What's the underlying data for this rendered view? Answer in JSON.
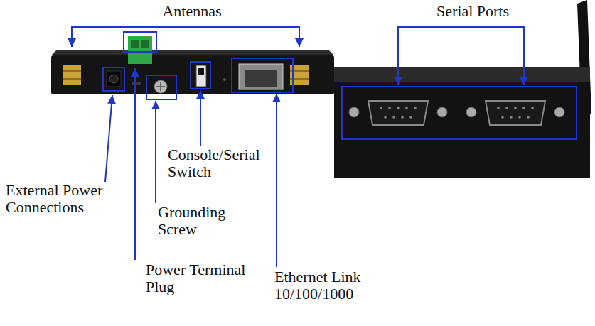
{
  "diagram": {
    "labels": [
      "Antennas",
      "Serial Ports",
      "Console/Serial Switch",
      "External Power Connections",
      "Grounding Screw",
      "Power Terminal Plug",
      "Ethernet Link 10/100/1000"
    ]
  }
}
